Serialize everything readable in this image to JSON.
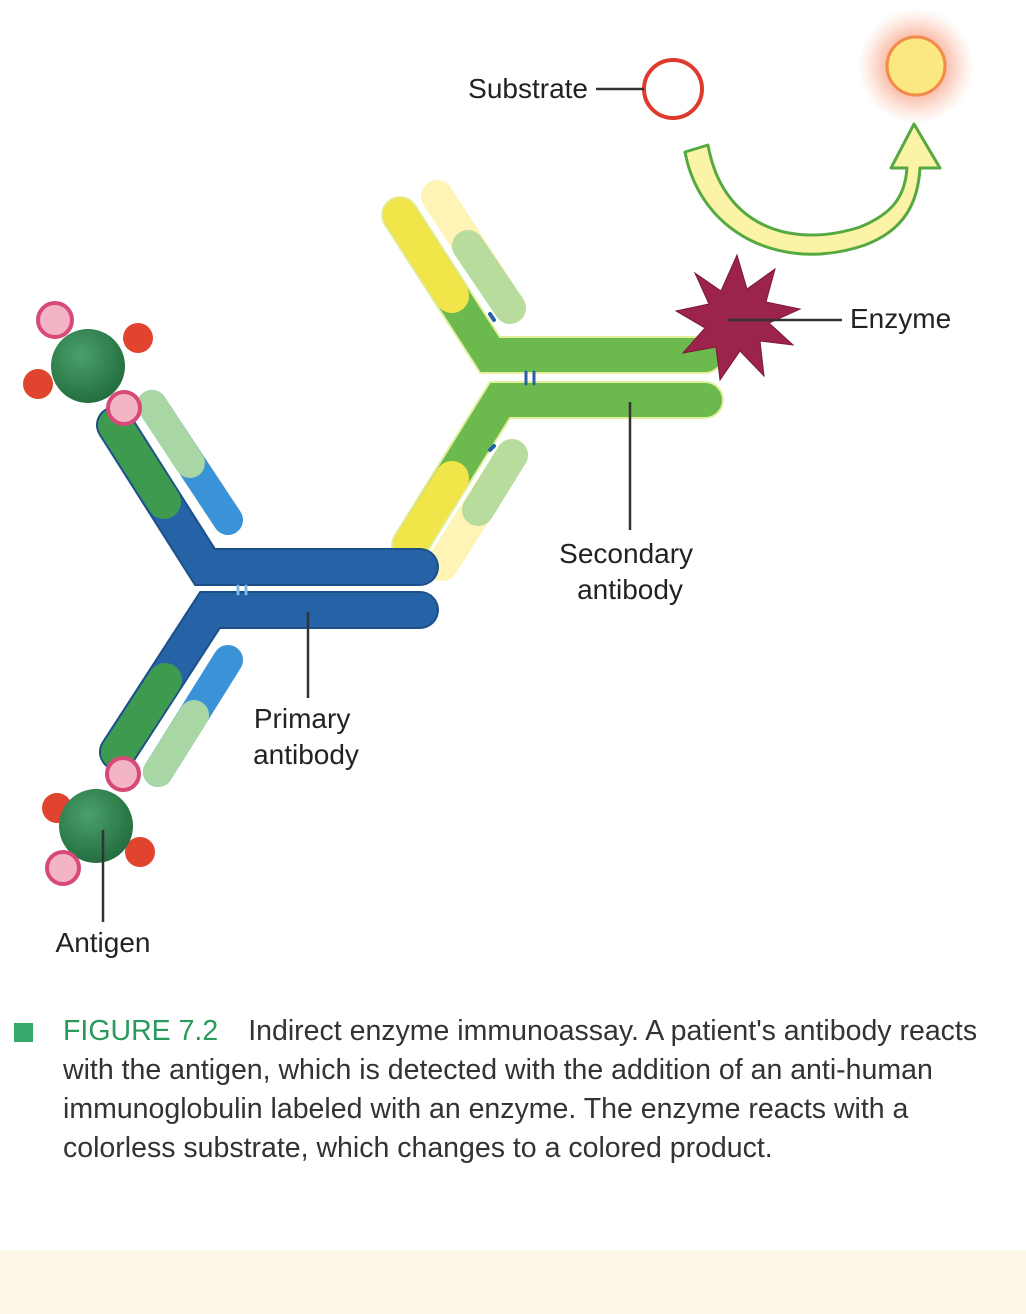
{
  "labels": {
    "substrate": "Substrate",
    "enzyme": "Enzyme",
    "secondary_antibody": [
      "Secondary",
      "antibody"
    ],
    "primary_antibody": [
      "Primary",
      "antibody"
    ],
    "antigen": "Antigen"
  },
  "caption": {
    "figure_number": "FIGURE 7.2",
    "text": "Indirect enzyme immunoassay. A patient's antibody reacts with the antigen, which is detected with the addition of an anti-human immunoglobulin labeled with an enzyme. The enzyme reacts with a colorless substrate, which changes to a colored product."
  },
  "colors": {
    "primary_antibody_blue": "#2563a6",
    "primary_antibody_light_blue": "#3a93d6",
    "secondary_antibody_green": "#6cba4e",
    "secondary_antibody_light_green": "#b7dc9d",
    "variable_region_yellow": "#f2e54a",
    "antigen_green": "#2e7e4c",
    "epitope_red": "#e0432e",
    "epitope_pink": "#f3b5c5",
    "enzyme_maroon": "#9c2349",
    "substrate_red": "#e03a2f",
    "product_yellow": "#fbe881",
    "caption_green": "#2a9a5c"
  }
}
